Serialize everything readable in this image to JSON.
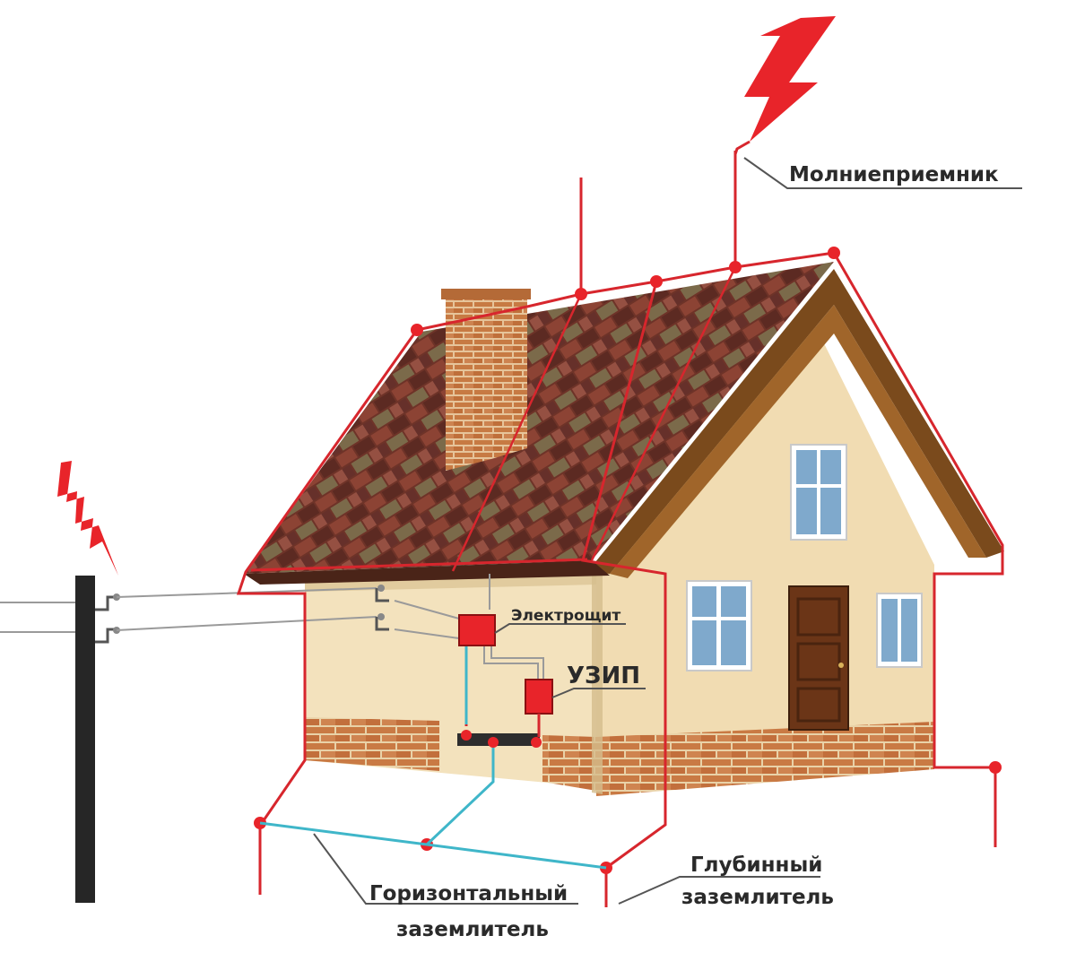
{
  "labels": {
    "lightning_rod": "Молниеприемник",
    "panel": "Электрощит",
    "spd": "УЗИП",
    "horizontal_line1": "Горизонтальный",
    "horizontal_line2": "заземлитель",
    "deep_line1": "Глубинный",
    "deep_line2": "заземлитель"
  },
  "colors": {
    "lightning": "#e8242a",
    "conductor": "#d7262d",
    "ground_wire": "#3fb6c9",
    "wall": "#f3e2bd",
    "roof": "#7a3a2c",
    "brick": "#c87a45",
    "pole": "#262626"
  },
  "icons": [
    "lightning-bolt-icon",
    "lightning-bolt-icon"
  ]
}
